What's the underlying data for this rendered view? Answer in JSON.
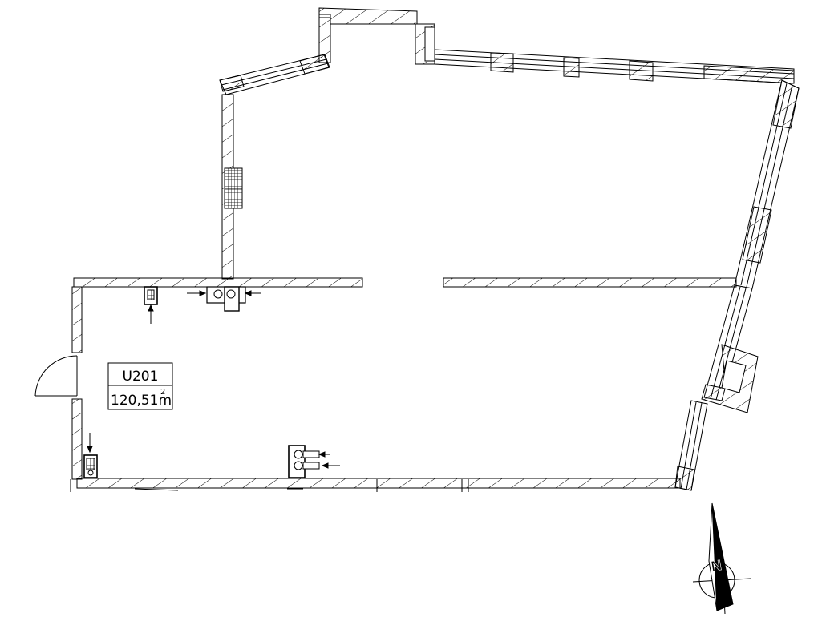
{
  "room": {
    "id": "U201",
    "area_value": "120,51",
    "area_unit": "m",
    "area_exponent": "2"
  },
  "compass": {
    "letter": "N"
  },
  "colors": {
    "ink": "#000000",
    "paper": "#ffffff"
  }
}
